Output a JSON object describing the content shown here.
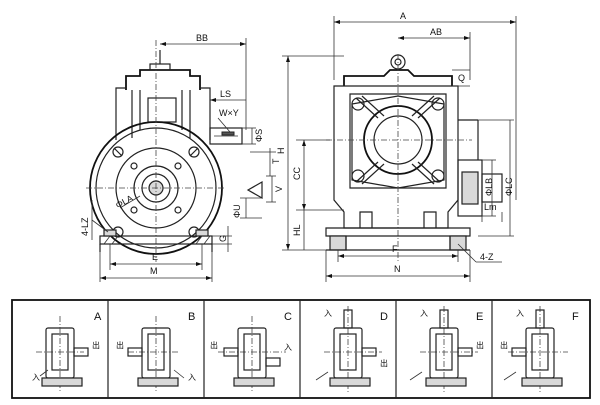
{
  "dimensions": {
    "A": "A",
    "AB": "AB",
    "BB": "BB",
    "LS": "LS",
    "WY": "W×Y",
    "Q": "Q",
    "H": "H",
    "CC": "CC",
    "HL": "HL",
    "F": "F",
    "N": "N",
    "E": "E",
    "M": "M",
    "LZ": "4-LZ",
    "Z": "4-Z",
    "LA": "ΦLA",
    "LB": "ΦLB",
    "LC": "ΦLC",
    "S": "ΦS",
    "T": "T",
    "V": "V",
    "U": "ΦU",
    "G": "G",
    "Lm": "Lm"
  },
  "positions": [
    {
      "letter": "A",
      "in": "入",
      "out": "出"
    },
    {
      "letter": "B",
      "in": "入",
      "out": "出"
    },
    {
      "letter": "C",
      "in": "入",
      "out": "出"
    },
    {
      "letter": "D",
      "in": "入",
      "out": "出"
    },
    {
      "letter": "E",
      "in": "入",
      "out": "出"
    },
    {
      "letter": "F",
      "in": "入",
      "out": "出"
    }
  ]
}
